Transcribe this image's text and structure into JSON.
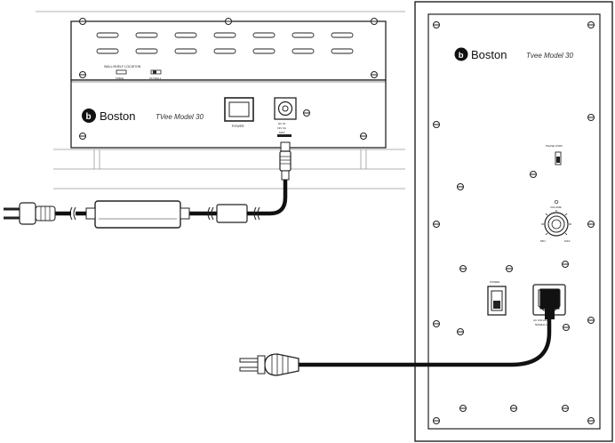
{
  "front_unit": {
    "brand": "Boston",
    "model": "TVee Model 30",
    "switch_group_label": "WALL/SHELF LOCATION",
    "switch_left_label": "TABLE",
    "switch_right_label": "ON WALL",
    "power_label": "POWER",
    "dc_label_lines": [
      "DC IN",
      "19V 3A",
      "MAX"
    ]
  },
  "sub_unit": {
    "brand": "Boston",
    "model": "Tvee Model 30",
    "phase_label": "PHASE 0/180",
    "volume_label": "VOLUME",
    "volume_min": "MIN",
    "volume_max": "MAX",
    "power_label": "POWER",
    "ac_label_lines": [
      "AC 100-240V",
      "50/60Hz 1A"
    ]
  },
  "colors": {
    "line": "#222222",
    "panel_fill": "#ffffff",
    "cable": "#111111"
  }
}
